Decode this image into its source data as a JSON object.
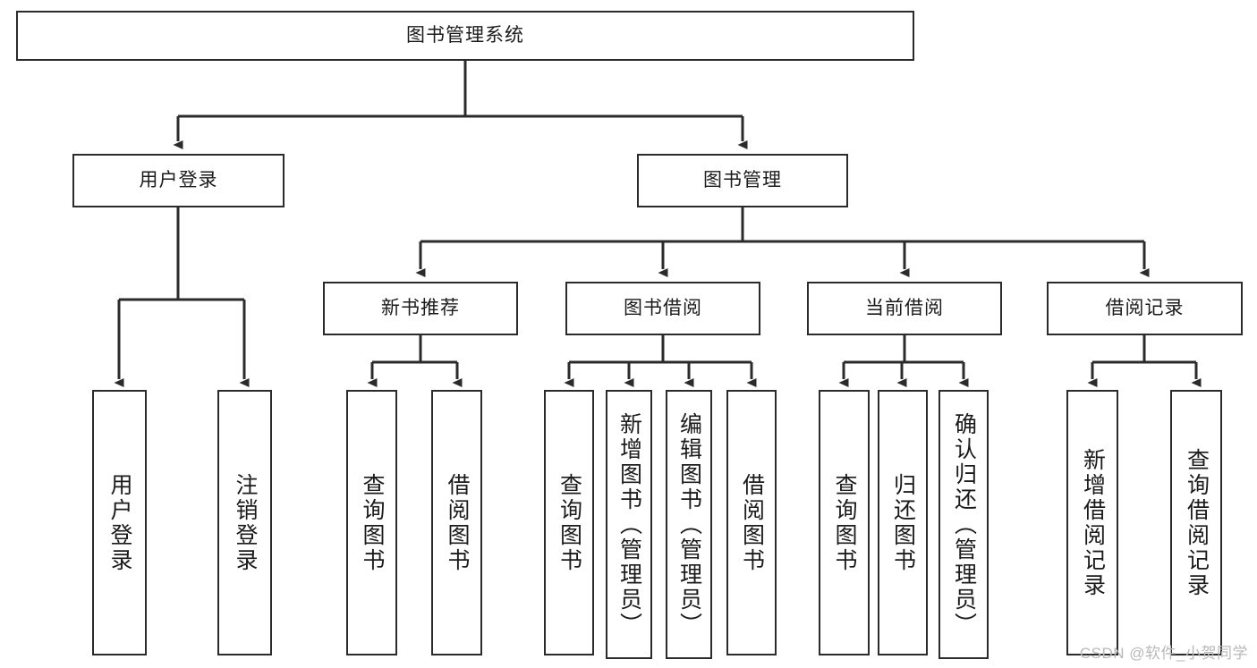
{
  "diagram": {
    "title": "图书管理系统",
    "type": "functional-structure-tree",
    "style": {
      "background": "#ffffff",
      "box_border": "#2b2b2b",
      "box_fill": "#ffffff",
      "connector": "#2b2b2b",
      "text": "#1b1b1b",
      "watermark": "#b9b9b9"
    },
    "watermark": "CSDN @软件_小贺同学",
    "levels": {
      "root": {
        "label": "图书管理系统"
      },
      "level2": [
        {
          "label": "用户登录"
        },
        {
          "label": "图书管理"
        }
      ],
      "level3": [
        {
          "label": "新书推荐"
        },
        {
          "label": "图书借阅"
        },
        {
          "label": "当前借阅"
        },
        {
          "label": "借阅记录"
        }
      ]
    },
    "leaves": {
      "user_login": [
        {
          "label": "用户登录"
        },
        {
          "label": "注销登录"
        }
      ],
      "new_book_recommend": [
        {
          "label": "查询图书"
        },
        {
          "label": "借阅图书"
        }
      ],
      "book_borrow": [
        {
          "label": "查询图书"
        },
        {
          "label": "新增图书（管理员）"
        },
        {
          "label": "编辑图书（管理员）"
        },
        {
          "label": "借阅图书"
        }
      ],
      "current_borrow": [
        {
          "label": "查询图书"
        },
        {
          "label": "归还图书"
        },
        {
          "label": "确认归还（管理员）"
        }
      ],
      "borrow_record": [
        {
          "label": "新增借阅记录"
        },
        {
          "label": "查询借阅记录"
        }
      ]
    },
    "tree_text": {
      "root": "图书管理系统",
      "children": [
        "用户登录 → 用户登录, 注销登录",
        "图书管理 → 新书推荐 (查询图书, 借阅图书); 图书借阅 (查询图书, 新增图书（管理员）, 编辑图书（管理员）, 借阅图书); 当前借阅 (查询图书, 归还图书, 确认归还（管理员）); 借阅记录 (新增借阅记录, 查询借阅记录)"
      ]
    }
  }
}
